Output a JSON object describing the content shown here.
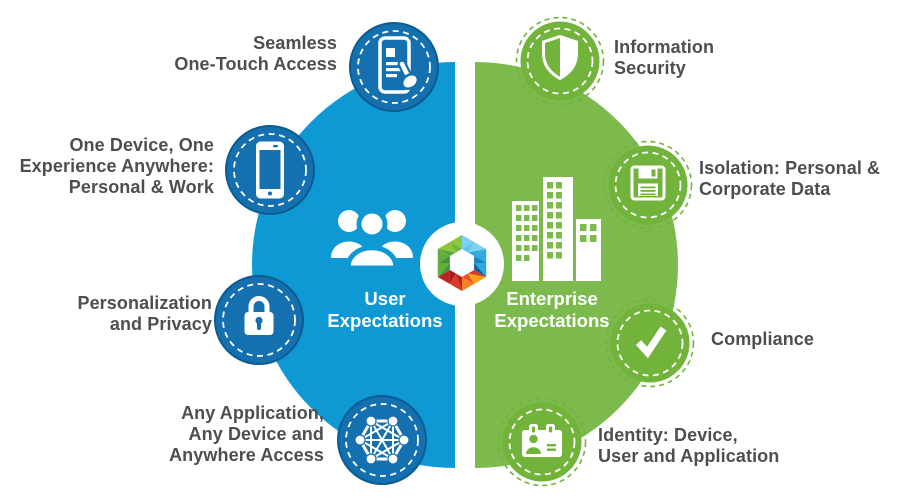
{
  "colors": {
    "blue_half": "#0E99D5",
    "blue_icon": "#1470AE",
    "blue_icon_edge": "#0B5C92",
    "green_half": "#7CBA4D",
    "green_icon": "#72B33C",
    "text": "#4D4E50",
    "white": "#FFFFFF",
    "logo": {
      "g_light": "#8CC63F",
      "g_mid": "#6EB53F",
      "g_dark": "#3F9838",
      "g_med2": "#63AE3D",
      "g_deep": "#55A63C",
      "b_light": "#7AD1F1",
      "b_mid": "#5FC4EC",
      "b_med": "#2FA9DE",
      "b_dark": "#1782C0",
      "b_deep": "#125F9A",
      "r_main": "#BE2026",
      "r_dark": "#A01B20",
      "r_bright": "#D93A26",
      "o_main": "#F58220",
      "o_bright": "#EF4E23",
      "o_light": "#F9A11B"
    }
  },
  "left": {
    "title": "User\nExpectations",
    "center_icon": "users-group-icon",
    "items": [
      {
        "label": "Seamless\nOne-Touch Access",
        "icon": "touch-phone-icon"
      },
      {
        "label": "One Device, One\nExperience Anywhere:\nPersonal & Work",
        "icon": "smartphone-icon"
      },
      {
        "label": "Personalization\nand Privacy",
        "icon": "padlock-icon"
      },
      {
        "label": "Any Application,\nAny Device and\nAnywhere Access",
        "icon": "network-mesh-icon"
      }
    ]
  },
  "right": {
    "title": "Enterprise\nExpectations",
    "center_icon": "buildings-icon",
    "items": [
      {
        "label": "Information\nSecurity",
        "icon": "shield-icon"
      },
      {
        "label": "Isolation: Personal &\nCorporate Data",
        "icon": "floppy-disk-icon"
      },
      {
        "label": "Compliance",
        "icon": "checkmark-icon"
      },
      {
        "label": "Identity: Device,\nUser and Application",
        "icon": "id-badge-icon"
      }
    ]
  },
  "center_logo": "hexagon-triangles-logo"
}
